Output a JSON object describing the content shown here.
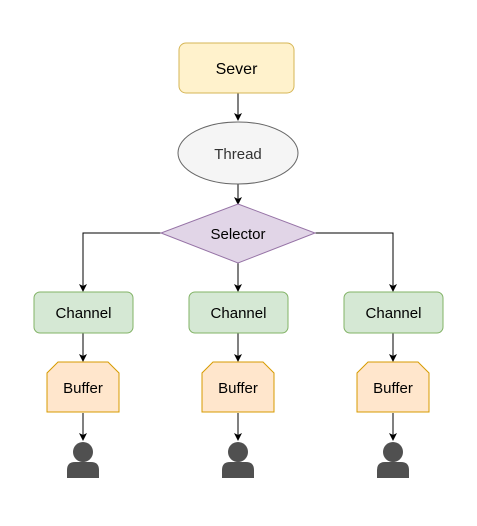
{
  "diagram": {
    "server": {
      "label": "Sever",
      "fill": "#fff2cc",
      "stroke": "#d6b656"
    },
    "thread": {
      "label": "Thread",
      "fill": "#f5f5f5",
      "stroke": "#666666",
      "text_color": "#333333"
    },
    "selector": {
      "label": "Selector",
      "fill": "#e1d5e7",
      "stroke": "#9673a6"
    },
    "channels": [
      {
        "label": "Channel"
      },
      {
        "label": "Channel"
      },
      {
        "label": "Channel"
      }
    ],
    "channel_style": {
      "fill": "#d5e8d4",
      "stroke": "#82b366"
    },
    "buffers": [
      {
        "label": "Buffer"
      },
      {
        "label": "Buffer"
      },
      {
        "label": "Buffer"
      }
    ],
    "buffer_style": {
      "fill": "#ffe6cc",
      "stroke": "#d79b00"
    },
    "users": [
      {
        "icon": "user-icon"
      },
      {
        "icon": "user-icon"
      },
      {
        "icon": "user-icon"
      }
    ],
    "user_color": "#505050",
    "edge_color": "#000000"
  }
}
